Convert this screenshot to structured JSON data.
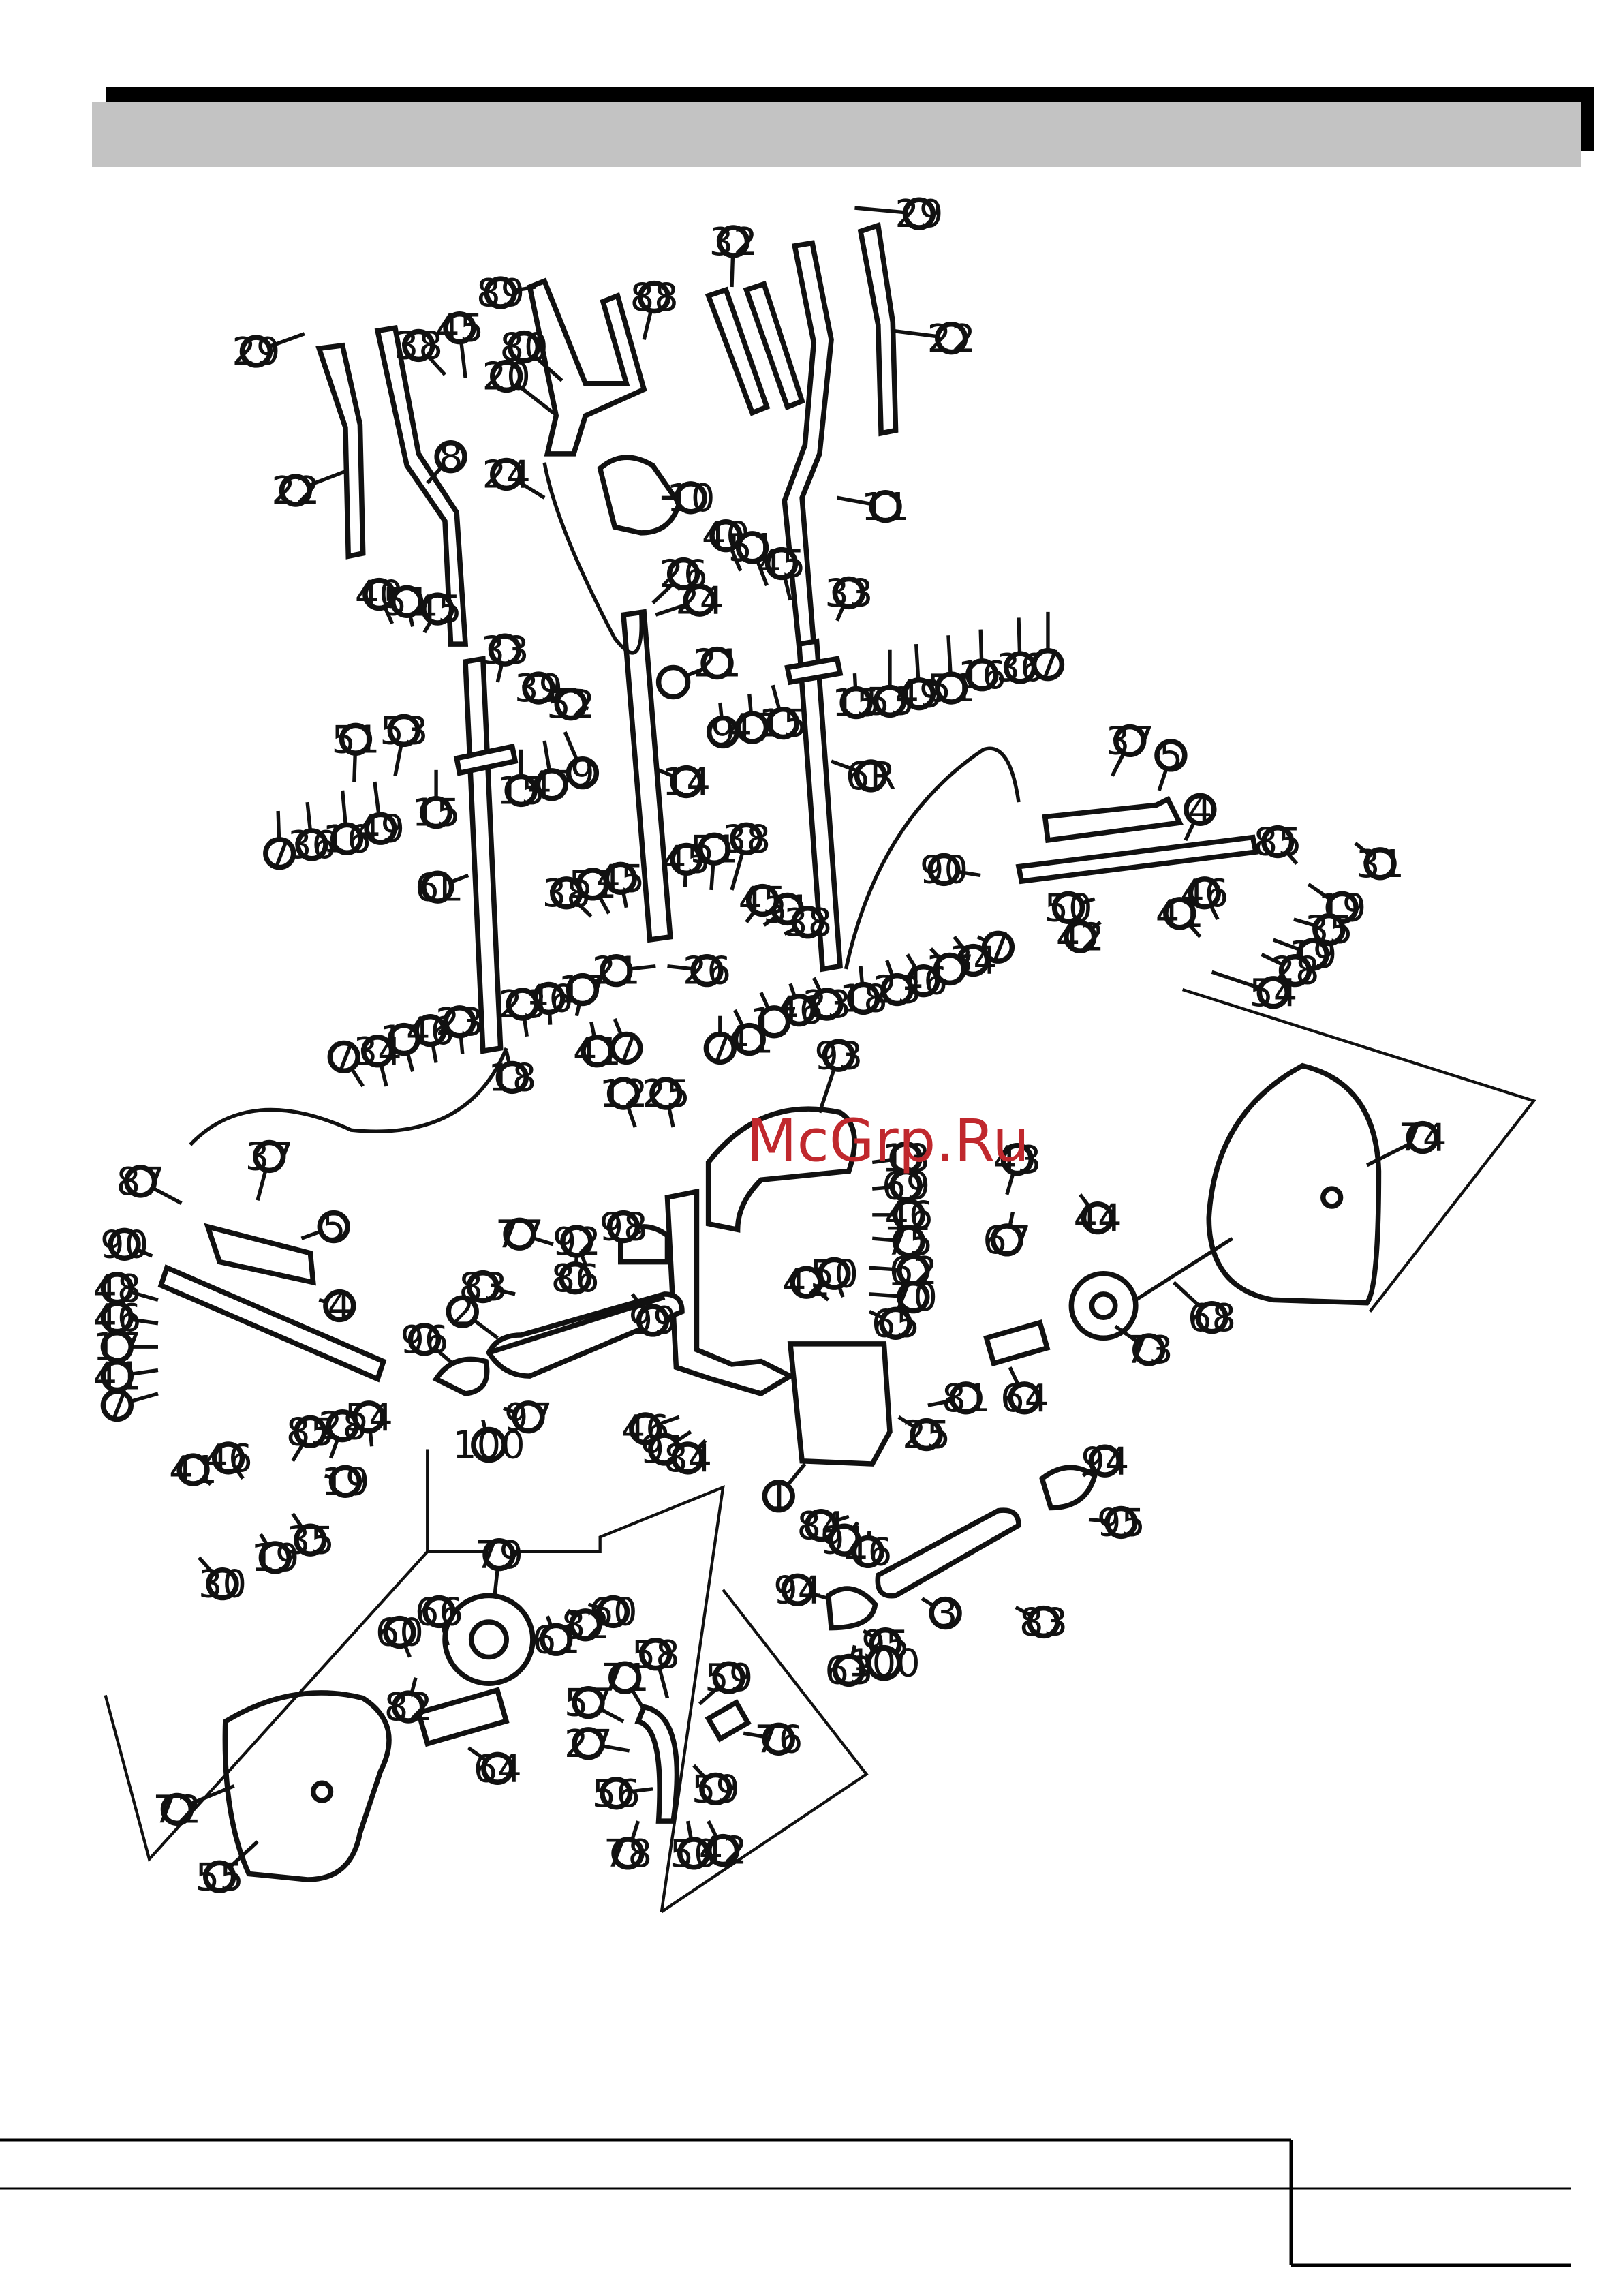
{
  "page": {
    "header_bar_colors": {
      "black": "#000000",
      "grey": "#c3c3c3"
    },
    "watermark": "McGrp.Ru",
    "watermark_color": "#c0282d"
  },
  "diagram": {
    "type": "exploded-parts-view",
    "callouts": [
      "1",
      "2",
      "3",
      "4",
      "5",
      "6L",
      "6R",
      "7",
      "8",
      "9",
      "10",
      "11",
      "12",
      "13",
      "14",
      "15",
      "16",
      "17",
      "18",
      "19",
      "20",
      "21",
      "22",
      "23",
      "24",
      "25",
      "26",
      "27",
      "28",
      "29",
      "30",
      "31",
      "32",
      "33",
      "34",
      "35",
      "36",
      "37",
      "38",
      "39",
      "40",
      "41",
      "42",
      "43",
      "44",
      "45",
      "46",
      "47",
      "48",
      "49",
      "50",
      "51",
      "52",
      "53",
      "54",
      "55",
      "56",
      "57",
      "58",
      "59",
      "60",
      "61",
      "62",
      "63",
      "64",
      "65",
      "66",
      "67",
      "68",
      "69",
      "70",
      "71",
      "72",
      "73",
      "74",
      "75",
      "76",
      "77",
      "78",
      "79",
      "80",
      "81",
      "82",
      "83",
      "84",
      "85",
      "86",
      "87",
      "88",
      "89",
      "90",
      "91",
      "92",
      "93",
      "94",
      "95",
      "96",
      "97",
      "98",
      "99",
      "100"
    ]
  }
}
